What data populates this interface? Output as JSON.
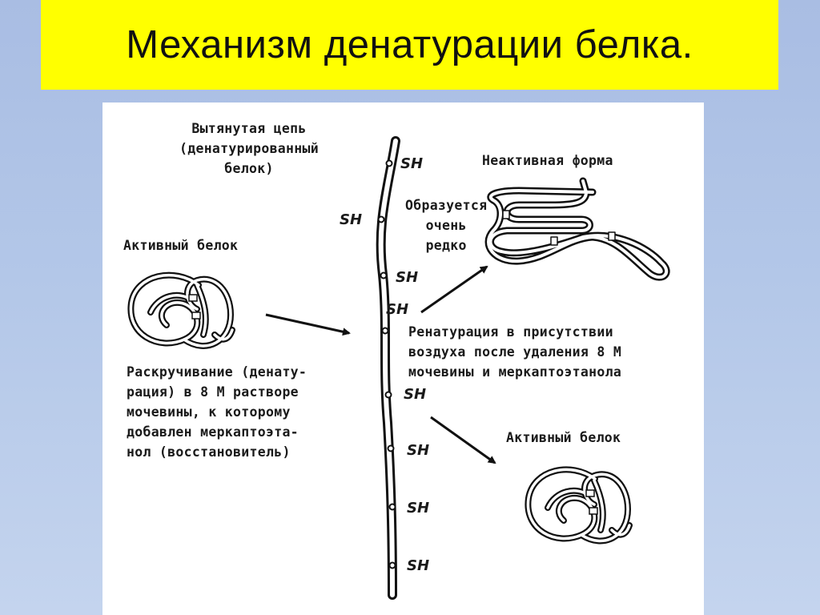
{
  "slide": {
    "title": "Механизм денатурации белка."
  },
  "figure": {
    "label_extended_chain": "Вытянутая цепь\n(денатурированный\nбелок)",
    "label_active_protein_left": "Активный белок",
    "label_inactive_form": "Неактивная форма",
    "label_rarely_formed": "Образуется\nочень\nредко",
    "label_unfolding": "Раскручивание (денату-\nрация)  в 8 М  растворе\nмочевины,  к которому\nдобавлен меркаптоэта-\nнол (восстановитель)",
    "label_renaturation": "Ренатурация  в присутствии\nвоздуха после удаления 8 М\nмочевины и меркаптоэтанола",
    "label_active_protein_right": "Активный белок",
    "sh_label": "SH",
    "sh_groups": [
      "SH",
      "SH",
      "SH",
      "SH",
      "SH",
      "SH",
      "SH",
      "SH"
    ]
  }
}
